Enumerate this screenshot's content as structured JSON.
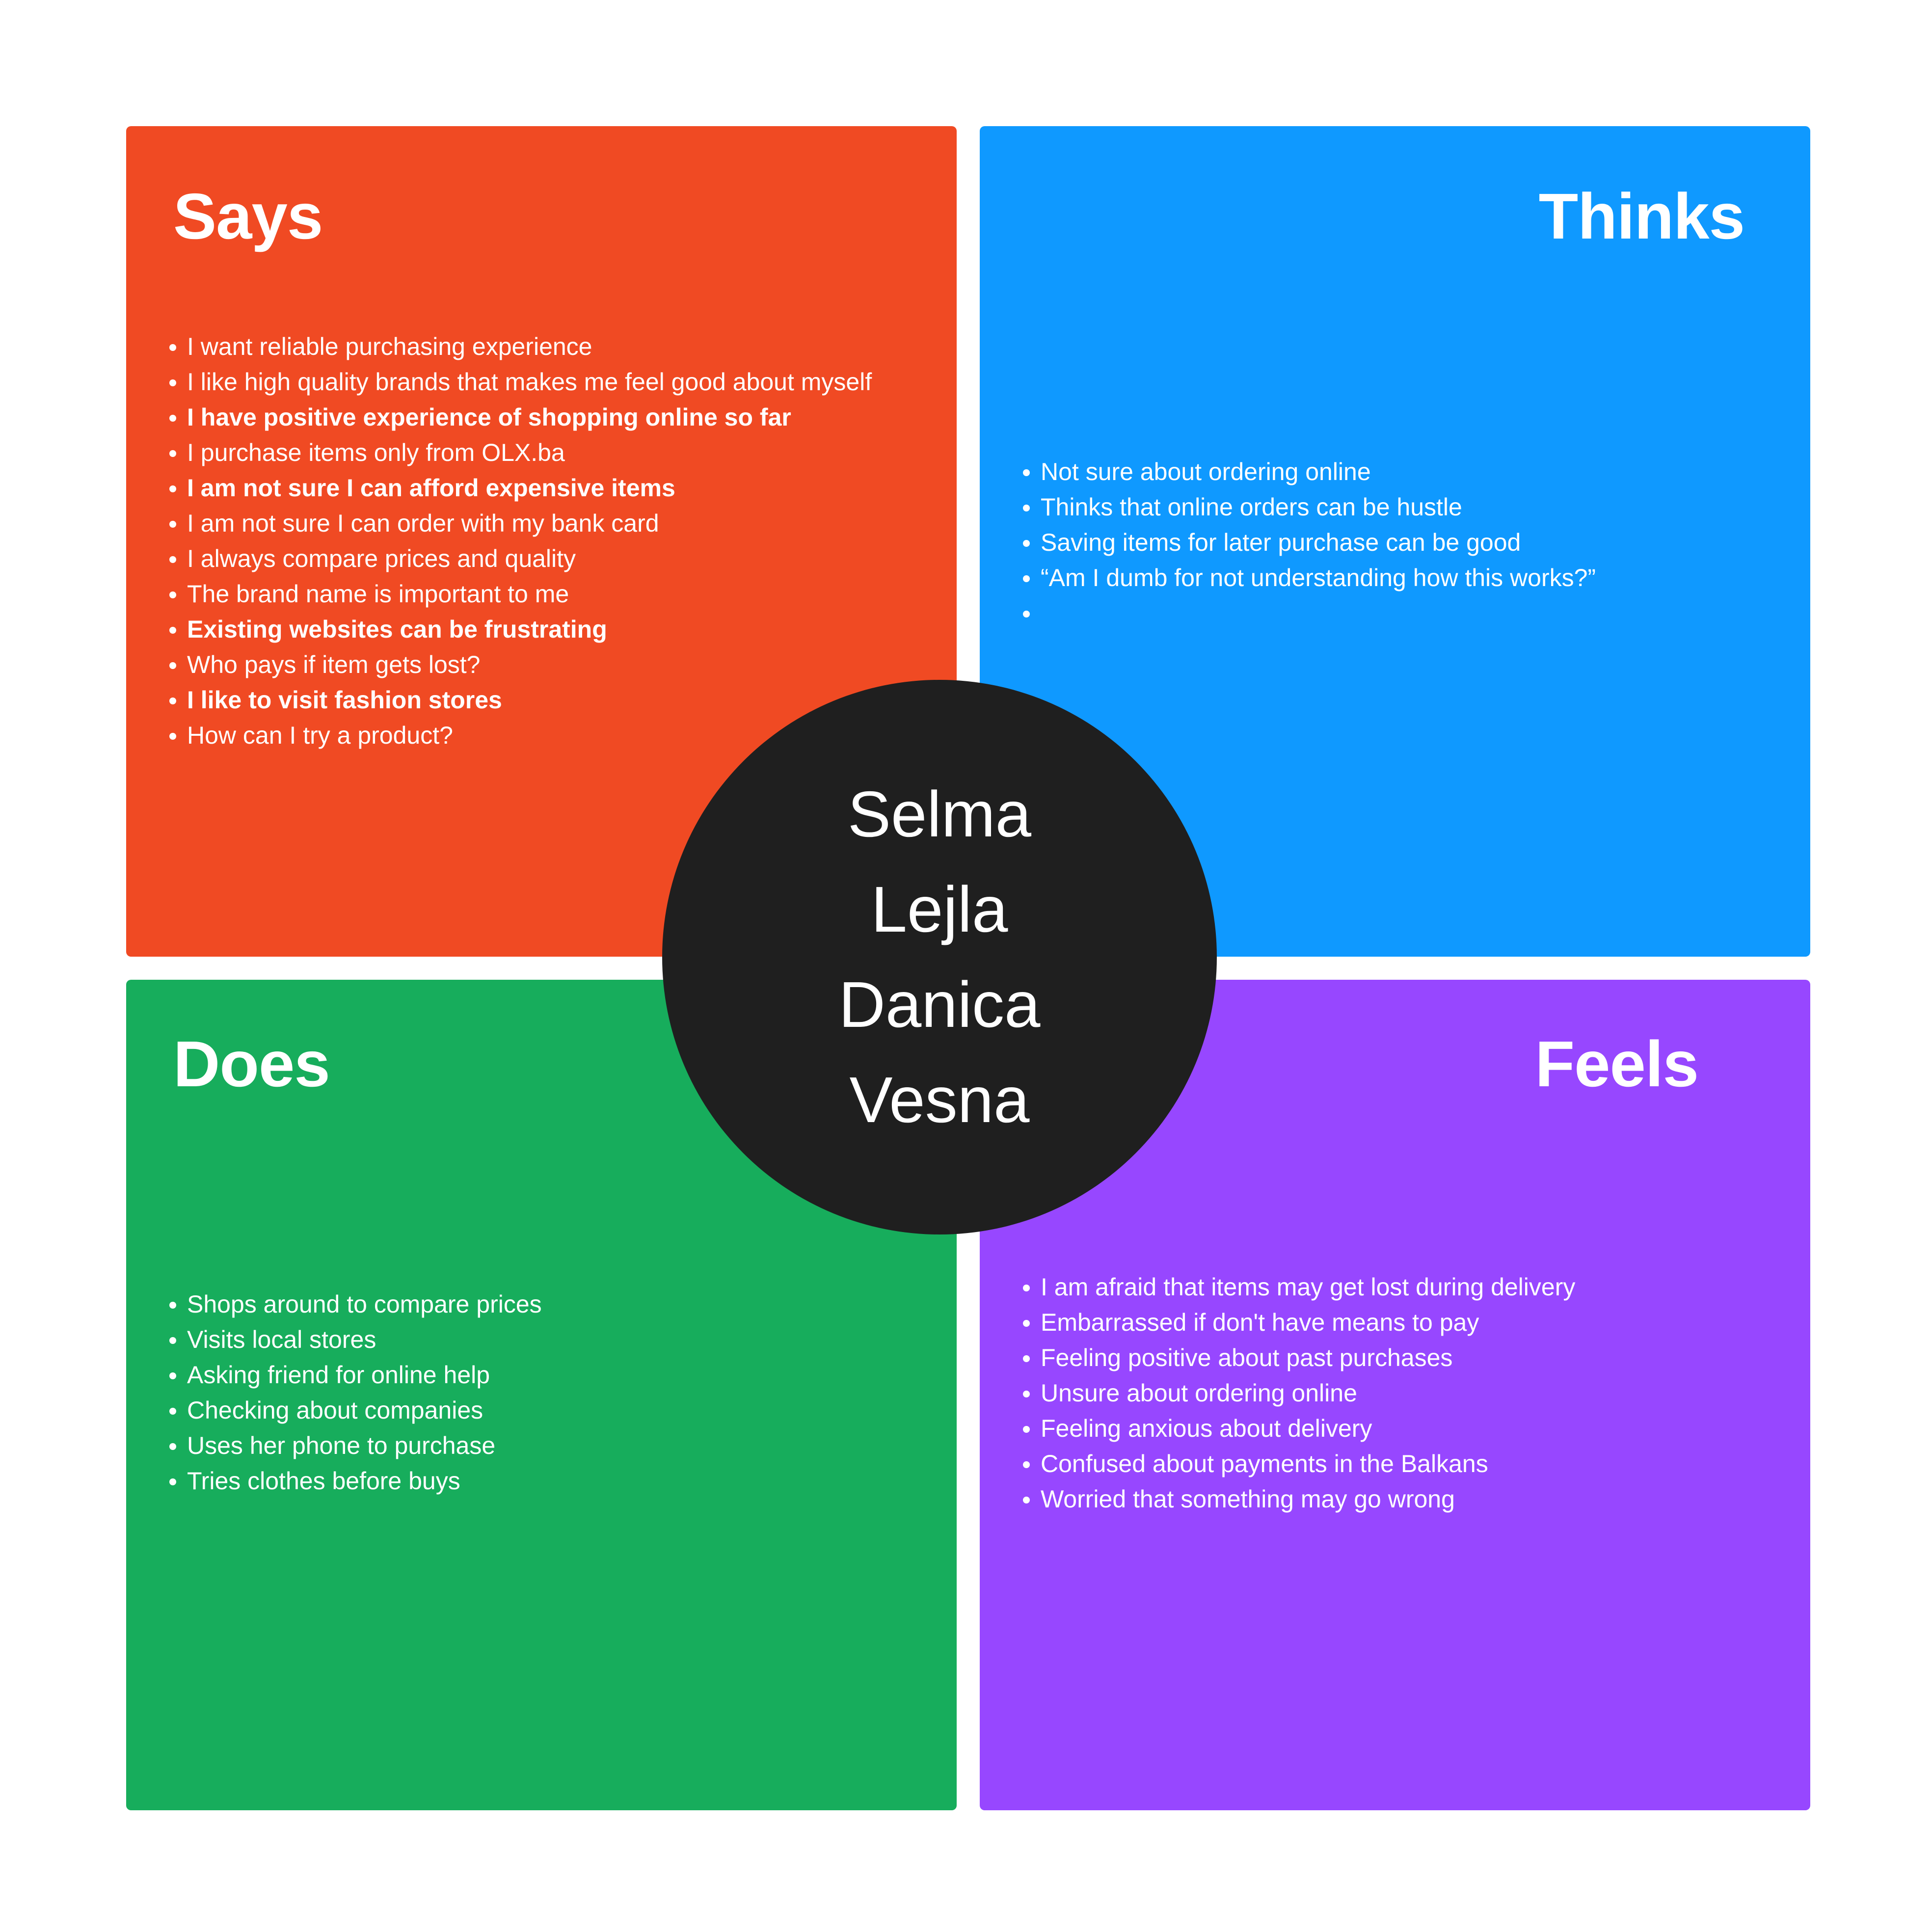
{
  "colors": {
    "says": "#f04a23",
    "thinks": "#0f99ff",
    "does": "#17ad5c",
    "feels": "#9747ff",
    "center": "#1f1f1f",
    "text": "#ffffff"
  },
  "says": {
    "title": "Says",
    "items": [
      {
        "text": "I want reliable purchasing experience",
        "bold": false
      },
      {
        "text": "I like high quality brands that makes me feel good about myself",
        "bold": false
      },
      {
        "text": "I have positive experience of shopping online so far",
        "bold": true
      },
      {
        "text": "I purchase items only from OLX.ba",
        "bold": false
      },
      {
        "text": "I am not sure I can afford expensive items",
        "bold": true
      },
      {
        "text": "I am not sure I can order with my bank card",
        "bold": false
      },
      {
        "text": "I always compare prices and quality",
        "bold": false
      },
      {
        "text": "The brand name is important to me",
        "bold": false
      },
      {
        "text": "Existing websites can be frustrating",
        "bold": true
      },
      {
        "text": "Who pays if item gets lost?",
        "bold": false
      },
      {
        "text": "I like to visit fashion stores",
        "bold": true
      },
      {
        "text": "How can I try a product?",
        "bold": false
      }
    ]
  },
  "thinks": {
    "title": "Thinks",
    "items": [
      {
        "text": "Not sure about ordering online",
        "bold": false
      },
      {
        "text": "Thinks that online orders can be hustle",
        "bold": false
      },
      {
        "text": "Saving items for later purchase can be good",
        "bold": false
      },
      {
        "text": "“Am I dumb for not understanding how this works?”",
        "bold": false
      },
      {
        "text": "",
        "bold": false
      }
    ]
  },
  "does": {
    "title": "Does",
    "items": [
      {
        "text": "Shops around to compare prices",
        "bold": false
      },
      {
        "text": "Visits local stores",
        "bold": false
      },
      {
        "text": "Asking friend for online help",
        "bold": false
      },
      {
        "text": "Checking about companies",
        "bold": false
      },
      {
        "text": "Uses her phone to purchase",
        "bold": false
      },
      {
        "text": "Tries clothes before buys",
        "bold": false
      }
    ]
  },
  "feels": {
    "title": "Feels",
    "items": [
      {
        "text": "I am afraid that items may get lost during delivery",
        "bold": false
      },
      {
        "text": "Embarrassed if don't have means to pay",
        "bold": false
      },
      {
        "text": "Feeling positive about past purchases",
        "bold": false
      },
      {
        "text": "Unsure about ordering online",
        "bold": false
      },
      {
        "text": "Feeling anxious about delivery",
        "bold": false
      },
      {
        "text": "Confused about payments in the Balkans",
        "bold": false
      },
      {
        "text": "Worried that something may go wrong",
        "bold": false
      }
    ]
  },
  "center": {
    "names": [
      "Selma",
      "Lejla",
      "Danica",
      "Vesna"
    ]
  }
}
